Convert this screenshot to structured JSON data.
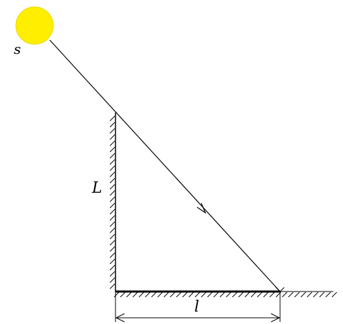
{
  "labels": {
    "source": "s",
    "wall_height": "L",
    "floor_length": "l"
  },
  "colors": {
    "sun_fill": "#ffee00",
    "sun_edge": "#e8d800",
    "ink": "#000000",
    "background": "#ffffff"
  }
}
